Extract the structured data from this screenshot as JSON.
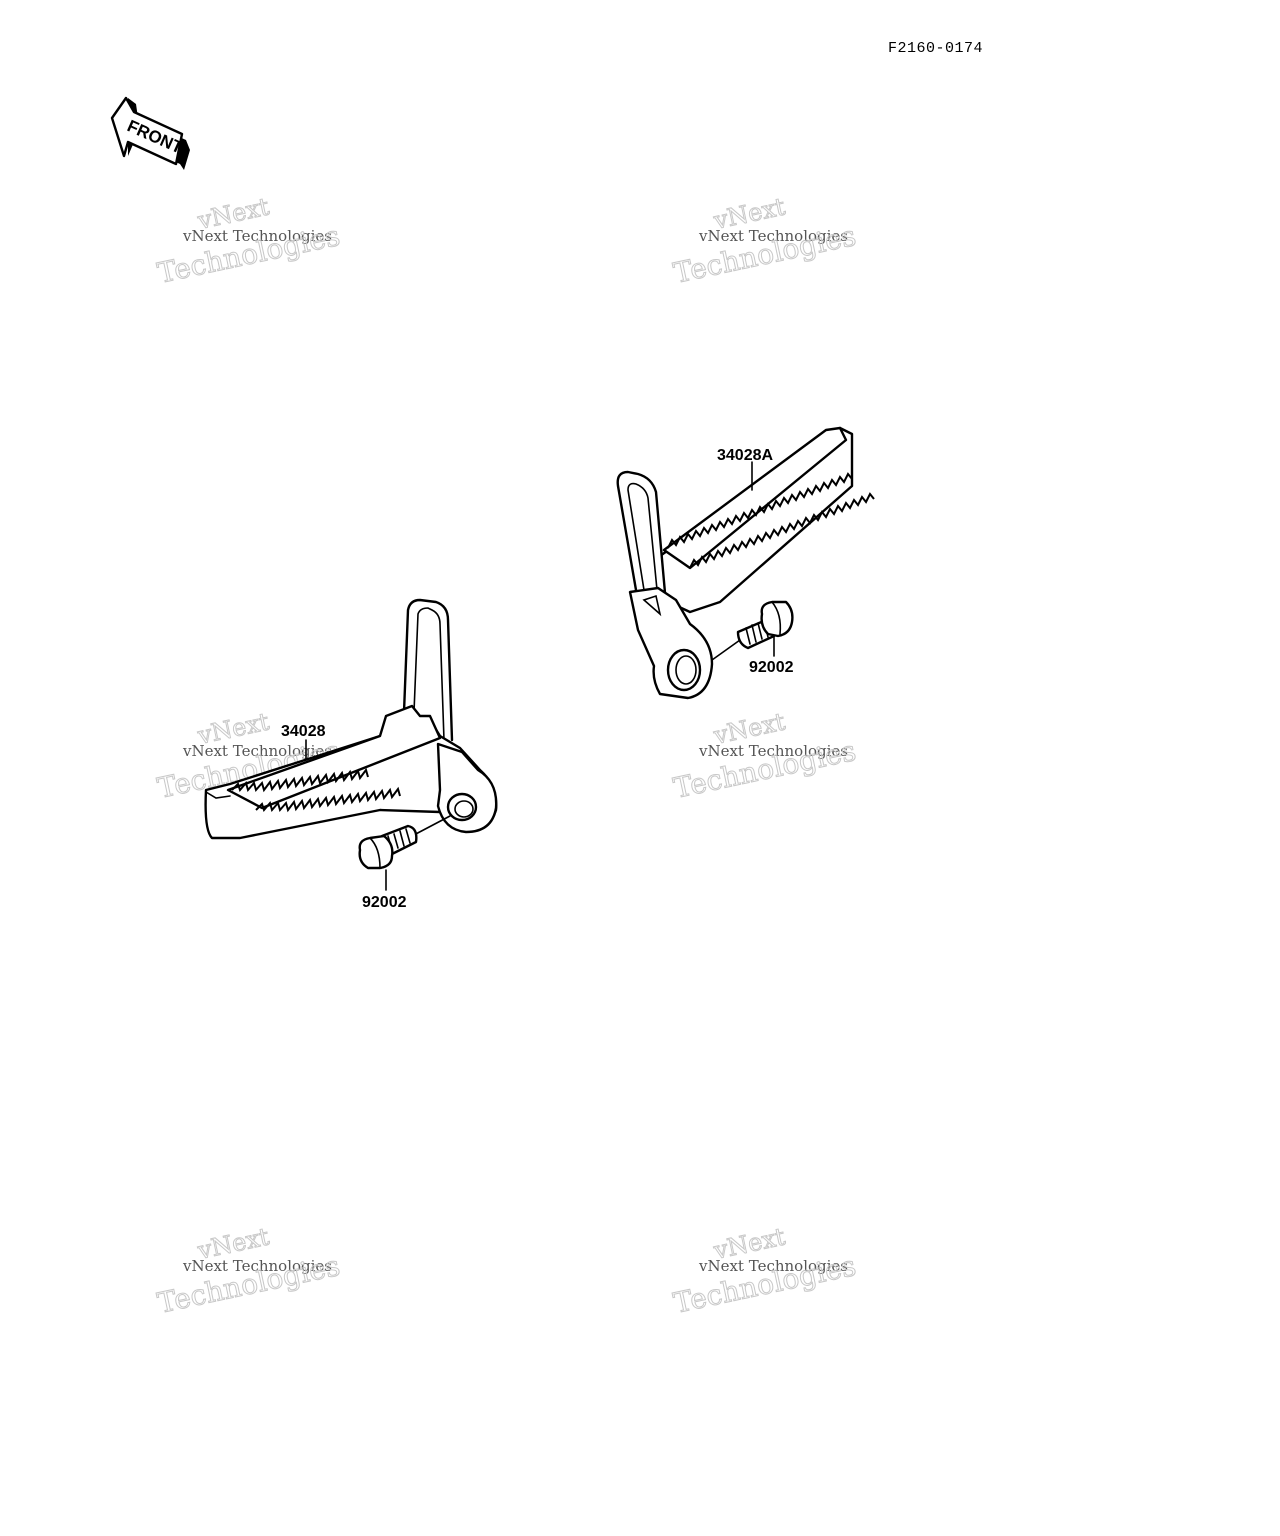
{
  "figure_code": "F2160-0174",
  "front_arrow_label": "FRONT",
  "callouts": {
    "left_footpeg": "34028",
    "left_bolt": "92002",
    "right_footpeg": "34028A",
    "right_bolt": "92002"
  },
  "watermark": {
    "line_top": "vNext",
    "line_small": "vNext Technologies",
    "line_big": "Technologies"
  }
}
